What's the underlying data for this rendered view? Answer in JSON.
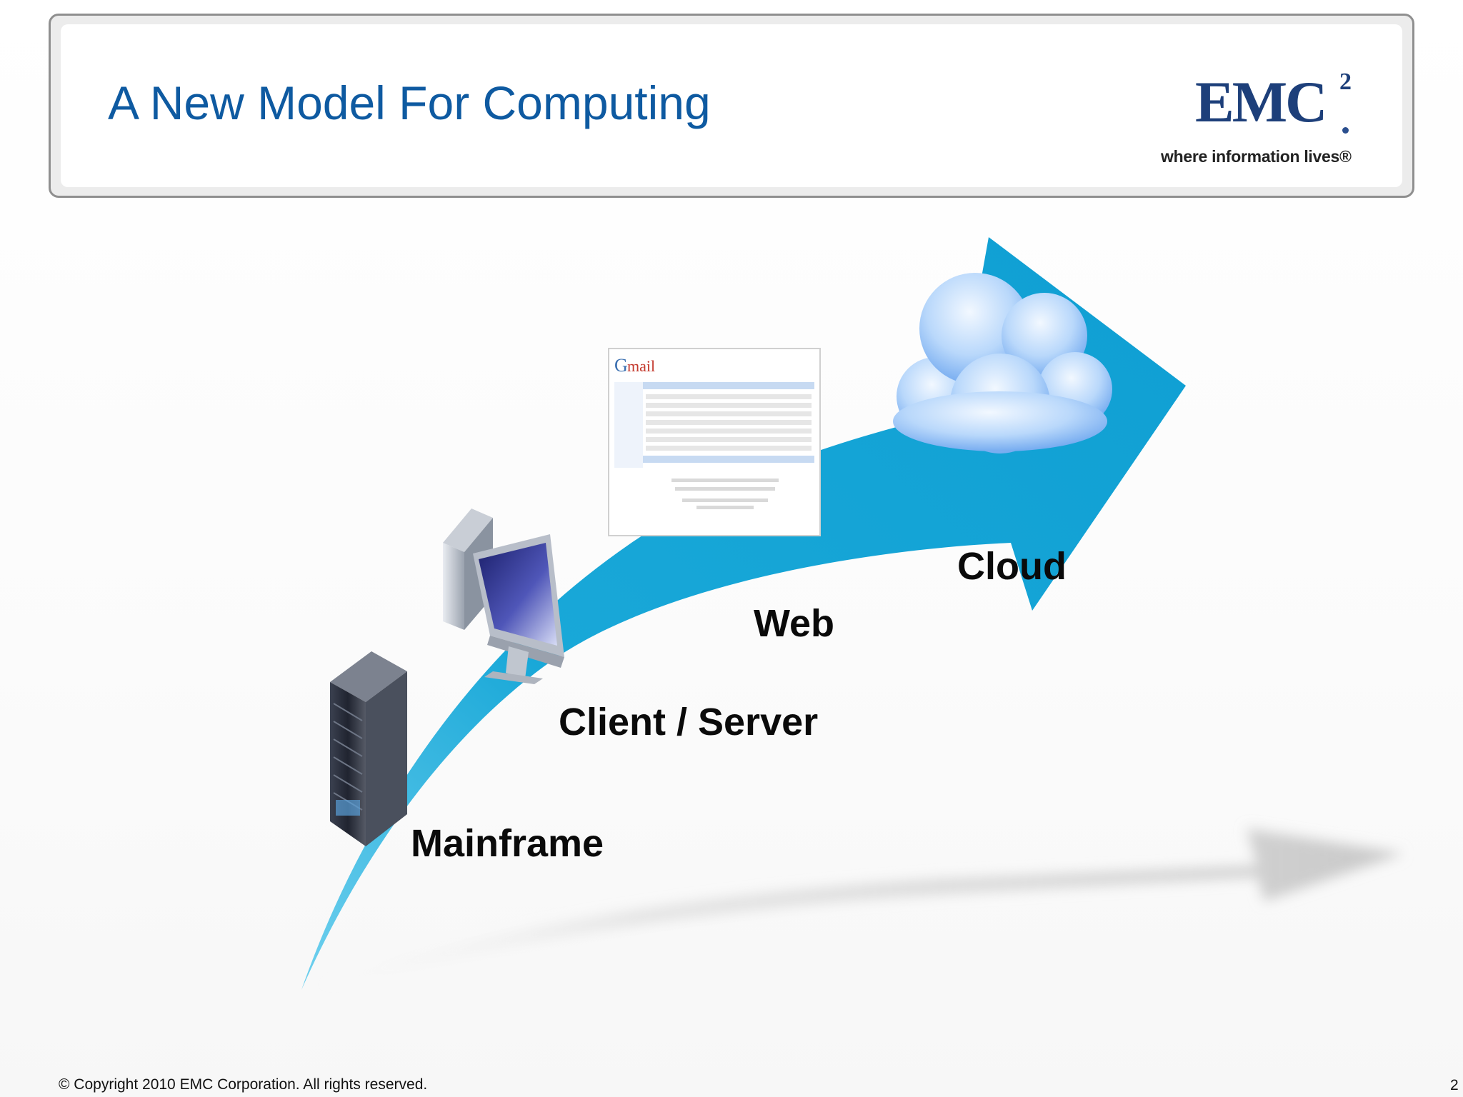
{
  "slide": {
    "title": "A New Model For Computing",
    "footer": {
      "copyright": "© Copyright 2010 EMC Corporation. All rights reserved.",
      "page_number": "2"
    }
  },
  "logo": {
    "mark": "EMC",
    "superscript": "2",
    "tagline": "where information lives®"
  },
  "diagram": {
    "stages": [
      {
        "label": "Mainframe",
        "icon": "server-rack-icon"
      },
      {
        "label": "Client / Server",
        "icon": "desktop-computer-icon"
      },
      {
        "label": "Web",
        "icon": "webmail-screenshot-icon"
      },
      {
        "label": "Cloud",
        "icon": "cloud-icon"
      }
    ],
    "colors": {
      "arrow": "#1aa7d6",
      "title": "#0e5aa1",
      "logo": "#1d3f7a"
    }
  }
}
